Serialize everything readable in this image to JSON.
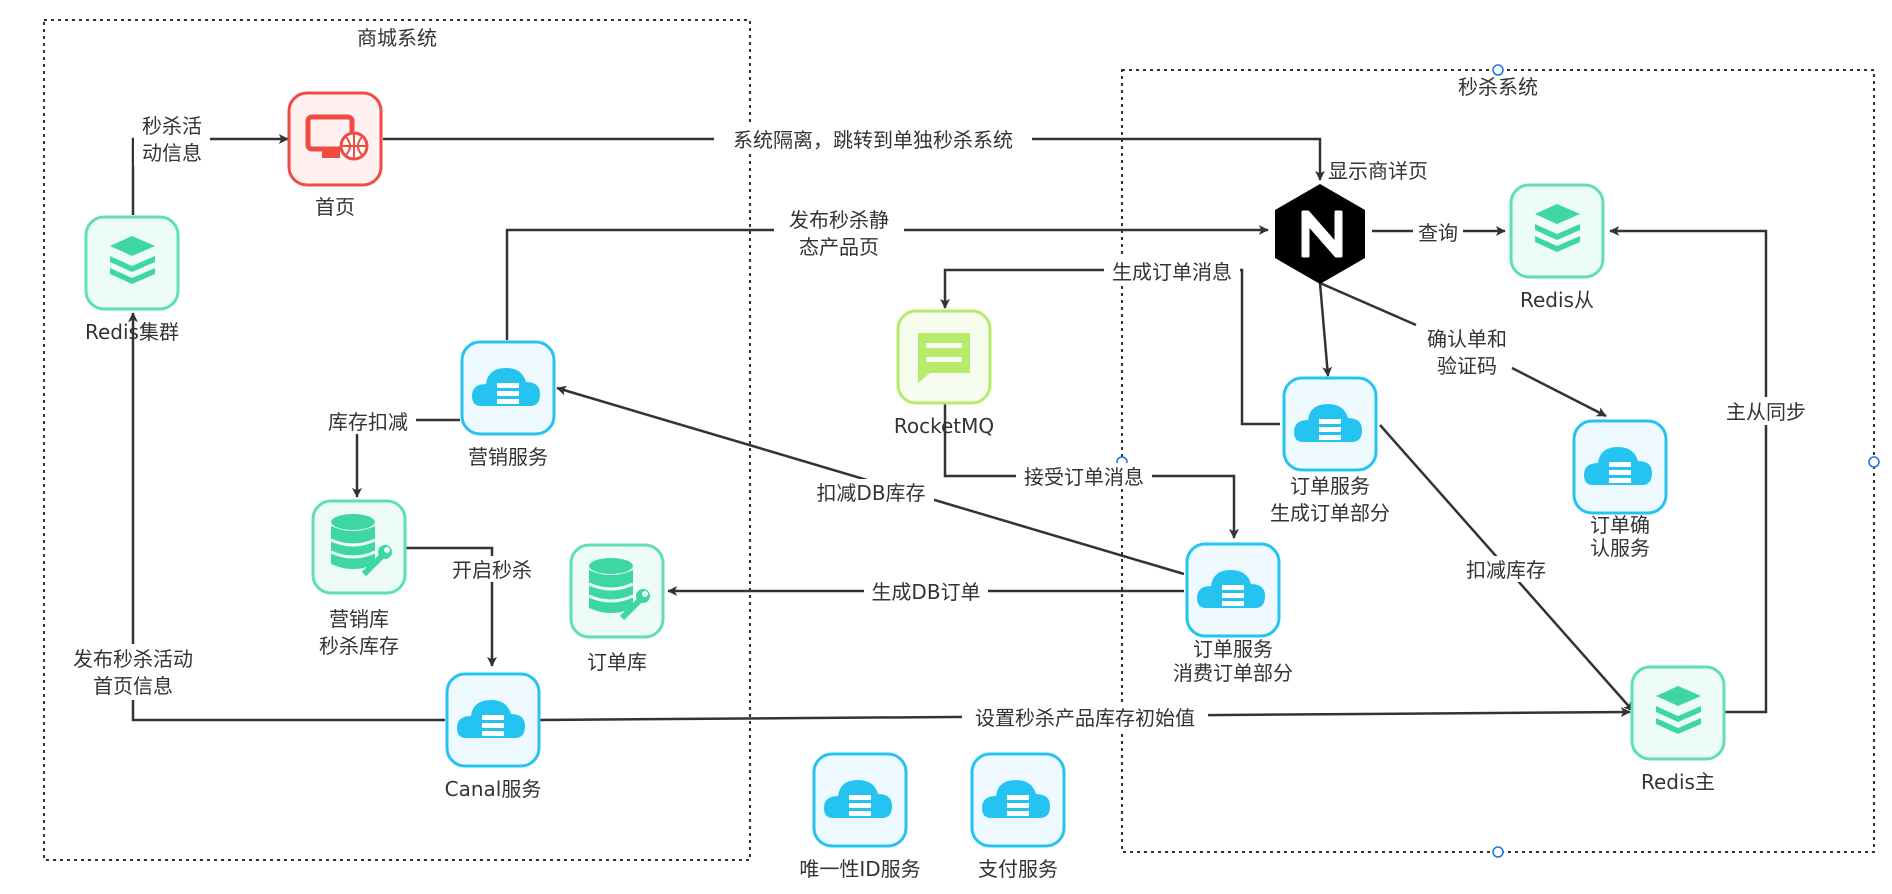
{
  "groups": {
    "mall": {
      "title": "商城系统"
    },
    "seckill": {
      "title": "秒杀系统"
    }
  },
  "colors": {
    "green": "#5fe0b4",
    "green_fill": "#edfdf6",
    "blue": "#25c4f0",
    "blue_fill": "#eefaff",
    "red": "#ef4c43",
    "red_fill": "#fff1f0",
    "lime": "#b7eb6a",
    "lime_fill": "#f7fdee",
    "nginx": "#000000",
    "line": "#333333"
  },
  "nodes": {
    "redis_cluster": {
      "label": "Redis集群",
      "icon": "redis-icon"
    },
    "homepage": {
      "label": "首页",
      "icon": "web-monitor-icon"
    },
    "marketing_service": {
      "label": "营销服务",
      "icon": "cloud-server-icon"
    },
    "marketing_db": {
      "label_1": "营销库",
      "label_2": "秒杀库存",
      "icon": "database-tool-icon"
    },
    "canal_service": {
      "label": "Canal服务",
      "icon": "cloud-server-icon"
    },
    "order_db": {
      "label": "订单库",
      "icon": "database-tool-icon"
    },
    "rocketmq": {
      "label": "RocketMQ",
      "icon": "message-queue-icon"
    },
    "nginx": {
      "label": "显示商详页",
      "icon": "nginx-icon"
    },
    "redis_slave": {
      "label": "Redis从",
      "icon": "redis-icon"
    },
    "order_create": {
      "label_1": "订单服务",
      "label_2": "生成订单部分",
      "icon": "cloud-server-icon"
    },
    "order_confirm": {
      "label_1": "订单确",
      "label_2": "认服务",
      "icon": "cloud-server-icon"
    },
    "order_consume": {
      "label_1": "订单服务",
      "label_2": "消费订单部分",
      "icon": "cloud-server-icon"
    },
    "redis_master": {
      "label": "Redis主",
      "icon": "redis-icon"
    },
    "unique_id": {
      "label": "唯一性ID服务",
      "icon": "cloud-server-icon"
    },
    "payment": {
      "label": "支付服务",
      "icon": "cloud-server-icon"
    }
  },
  "edges": {
    "seckill_info": {
      "label_1": "秒杀活",
      "label_2": "动信息"
    },
    "isolation": {
      "label": "系统隔离，跳转到单独秒杀系统"
    },
    "publish_static": {
      "label_1": "发布秒杀静",
      "label_2": "态产品页"
    },
    "query": {
      "label": "查询"
    },
    "gen_order_msg": {
      "label": "生成订单消息"
    },
    "confirm_code": {
      "label_1": "确认单和",
      "label_2": "验证码"
    },
    "master_slave": {
      "label": "主从同步"
    },
    "stock_reduce": {
      "label": "库存扣减"
    },
    "deduct_db_stock": {
      "label": "扣减DB库存"
    },
    "receive_order_msg": {
      "label": "接受订单消息"
    },
    "start_seckill": {
      "label": "开启秒杀"
    },
    "gen_db_order": {
      "label": "生成DB订单"
    },
    "deduct_stock": {
      "label": "扣减库存"
    },
    "publish_home": {
      "label_1": "发布秒杀活动",
      "label_2": "首页信息"
    },
    "init_stock": {
      "label": "设置秒杀产品库存初始值"
    }
  }
}
